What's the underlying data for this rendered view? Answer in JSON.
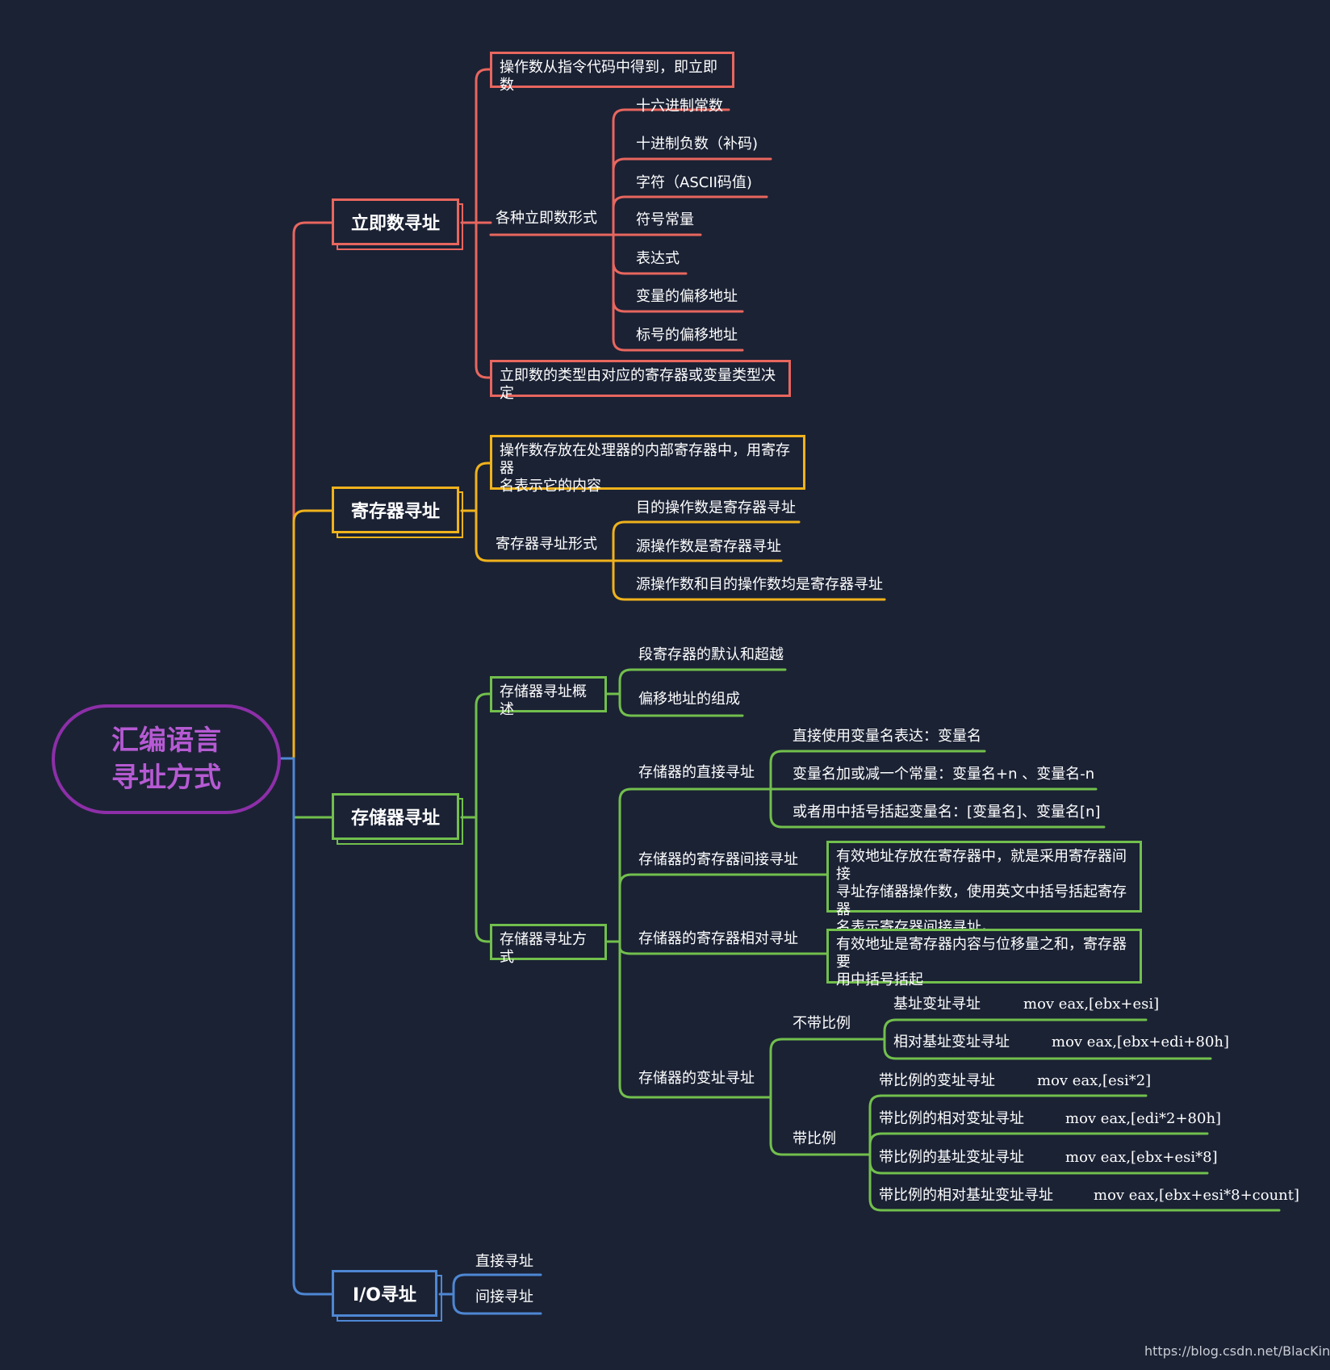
{
  "root": {
    "line1": "汇编语言",
    "line2": "寻址方式"
  },
  "immediate": {
    "label": "立即数寻址",
    "def": "操作数从指令代码中得到，即立即数",
    "forms_label": "各种立即数形式",
    "forms": [
      "十六进制常数",
      "十进制负数（补码)",
      "字符（ASCII码值)",
      "符号常量",
      "表达式",
      "变量的偏移地址",
      "标号的偏移地址"
    ],
    "type_note": "立即数的类型由对应的寄存器或变量类型决定"
  },
  "register": {
    "label": "寄存器寻址",
    "def_line1": "操作数存放在处理器的内部寄存器中，用寄存器",
    "def_line2": "名表示它的内容",
    "forms_label": "寄存器寻址形式",
    "forms": [
      "目的操作数是寄存器寻址",
      "源操作数是寄存器寻址",
      "源操作数和目的操作数均是寄存器寻址"
    ]
  },
  "memory": {
    "label": "存储器寻址",
    "overview": {
      "label": "存储器寻址概述",
      "items": [
        "段寄存器的默认和超越",
        "偏移地址的组成"
      ]
    },
    "modes": {
      "label": "存储器寻址方式",
      "direct": {
        "label": "存储器的直接寻址",
        "items": [
          "直接使用变量名表达：变量名",
          "变量名加或减一个常量：变量名+n 、变量名-n",
          "或者用中括号括起变量名：[变量名]、变量名[n]"
        ]
      },
      "reg_indirect": {
        "label": "存储器的寄存器间接寻址",
        "desc": [
          "有效地址存放在寄存器中，就是采用寄存器间接",
          "寻址存储器操作数，使用英文中括号括起寄存器",
          "名表示寄存器间接寻址。"
        ]
      },
      "reg_relative": {
        "label": "存储器的寄存器相对寻址",
        "desc": [
          "有效地址是寄存器内容与位移量之和，寄存器要",
          "用中括号括起"
        ]
      },
      "indexed": {
        "label": "存储器的变址寻址",
        "no_scale": {
          "label": "不带比例",
          "items": [
            {
              "name": "基址变址寻址",
              "code": "mov eax,[ebx+esi]"
            },
            {
              "name": "相对基址变址寻址",
              "code": "mov eax,[ebx+edi+80h]"
            }
          ]
        },
        "scale": {
          "label": "带比例",
          "items": [
            {
              "name": "带比例的变址寻址",
              "code": "mov eax,[esi*2]"
            },
            {
              "name": "带比例的相对变址寻址",
              "code": "mov eax,[edi*2+80h]"
            },
            {
              "name": "带比例的基址变址寻址",
              "code": "mov eax,[ebx+esi*8]"
            },
            {
              "name": "带比例的相对基址变址寻址",
              "code": "mov eax,[ebx+esi*8+count]"
            }
          ]
        }
      }
    }
  },
  "io": {
    "label": "I/O寻址",
    "items": [
      "直接寻址",
      "间接寻址"
    ]
  },
  "credit": "https://blog.csdn.net/BlacKingZ",
  "colors": {
    "background": "#1b2234",
    "root": "#8d2fa8",
    "immediate": "#e8665e",
    "register": "#f0b21c",
    "memory": "#72bf4d",
    "io": "#4e87d3"
  }
}
